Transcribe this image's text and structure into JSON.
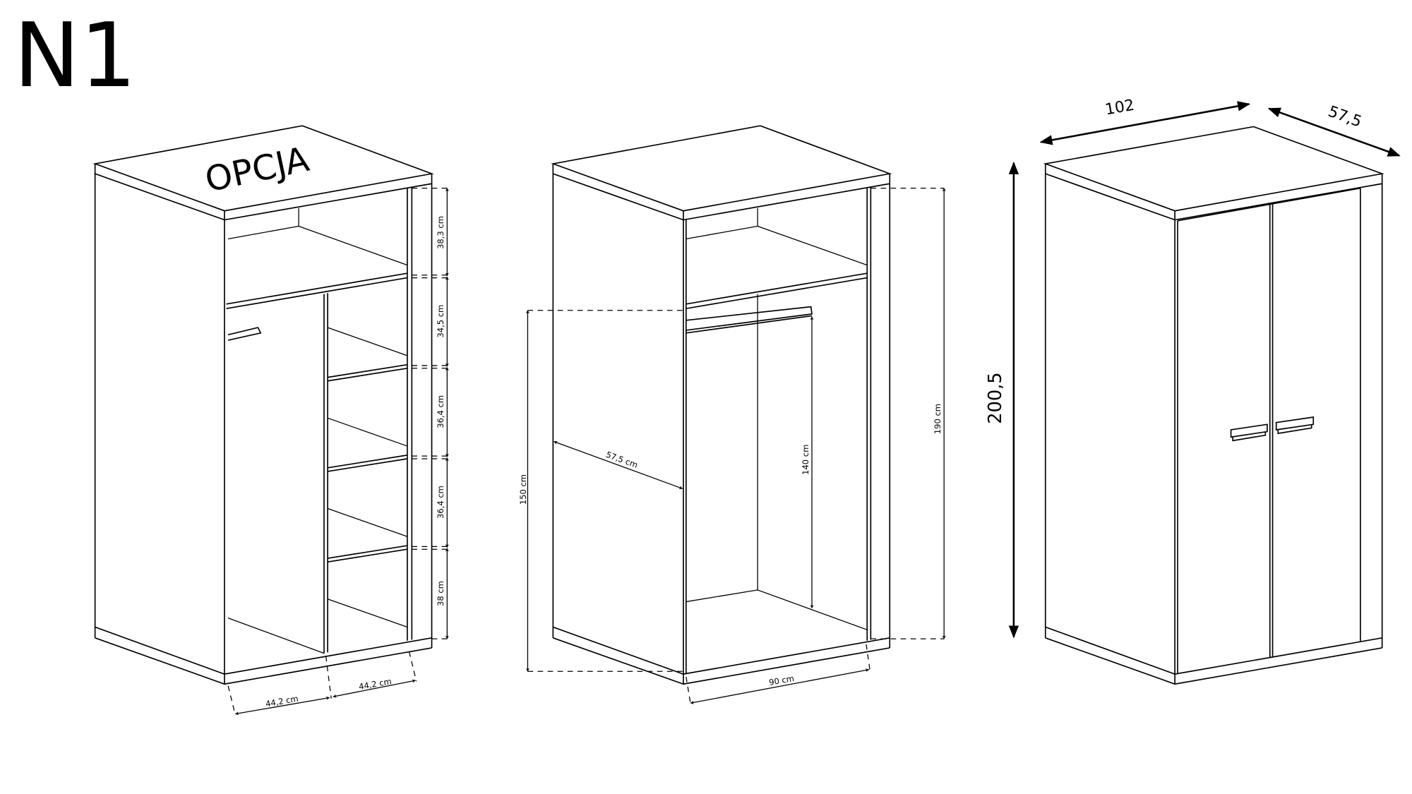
{
  "title": "N1",
  "option_label": "OPCJA",
  "left_view": {
    "heights": [
      "38,3 cm",
      "34,5 cm",
      "36,4 cm",
      "36,4 cm",
      "38 cm"
    ],
    "widths": [
      "44,2 cm",
      "44,2 cm"
    ]
  },
  "middle_view": {
    "rail_height": "150 cm",
    "depth": "57,5 cm",
    "hanging_height": "140 cm",
    "inner_height": "190 cm",
    "inner_width": "90 cm"
  },
  "right_view": {
    "width": "102",
    "depth": "57,5",
    "height": "200,5"
  }
}
